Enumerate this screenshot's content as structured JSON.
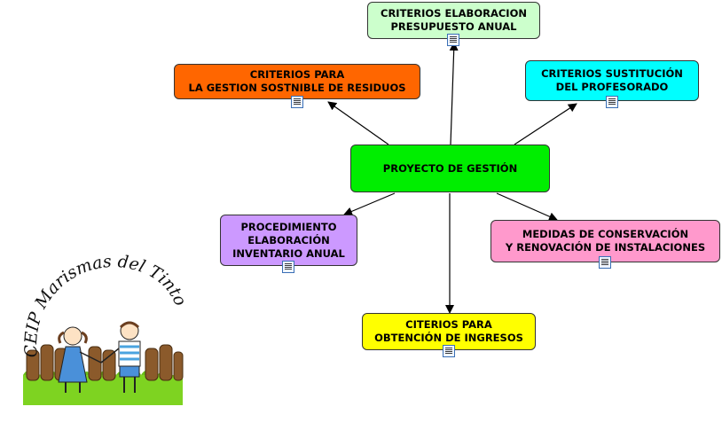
{
  "diagram": {
    "center": {
      "label": "PROYECTO DE GESTIÓN",
      "color": "#00ee00"
    },
    "nodes": [
      {
        "label": "CRITERIOS ELABORACION\nPRESUPUESTO ANUAL",
        "color": "#ccffcc",
        "has_attachment": true
      },
      {
        "label": "CRITERIOS PARA\nLA GESTION SOSTNIBLE DE RESIDUOS",
        "color": "#ff6600",
        "has_attachment": true
      },
      {
        "label": "CRITERIOS SUSTITUCIÓN\nDEL PROFESORADO",
        "color": "#00ffff",
        "has_attachment": true
      },
      {
        "label": "PROCEDIMIENTO\nELABORACIÓN\nINVENTARIO ANUAL",
        "color": "#cc99ff",
        "has_attachment": true
      },
      {
        "label": "MEDIDAS DE CONSERVACIÓN\nY RENOVACIÓN DE INSTALACIONES",
        "color": "#ff99cc",
        "has_attachment": true
      },
      {
        "label": "CITERIOS PARA\nOBTENCIÓN DE INGRESOS",
        "color": "#ffff00",
        "has_attachment": true
      }
    ],
    "attachment_icon": "document-icon"
  },
  "logo": {
    "text": "CEIP Marismas del Tinto",
    "icon": "school-logo-children-fence"
  }
}
